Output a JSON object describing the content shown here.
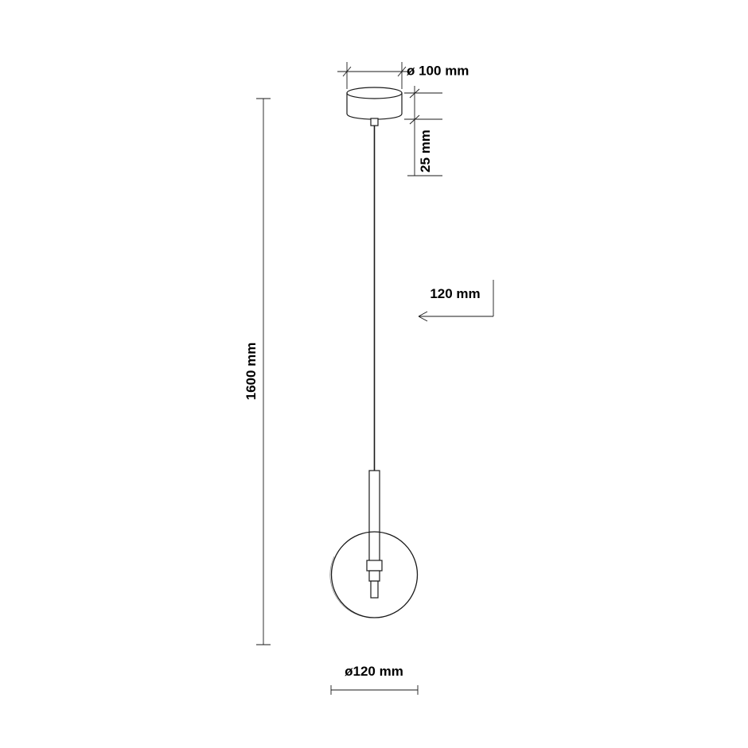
{
  "diagram": {
    "title": "Pendant lamp technical dimension drawing",
    "type": "technical-dimension-drawing",
    "units": "mm",
    "line_color": "#1a1a1a",
    "background_color": "#ffffff",
    "dimensions": {
      "canopy_diameter": "ø 100 mm",
      "canopy_height": "25 mm",
      "cable_offset": "120 mm",
      "total_height": "1600 mm",
      "globe_diameter": "ø120 mm"
    },
    "parts": [
      {
        "name": "ceiling-canopy",
        "label": "ø 100 mm"
      },
      {
        "name": "suspension-cable",
        "label": "1600 mm"
      },
      {
        "name": "lamp-stem",
        "label": "120 mm"
      },
      {
        "name": "glass-globe",
        "label": "ø120 mm"
      }
    ]
  }
}
